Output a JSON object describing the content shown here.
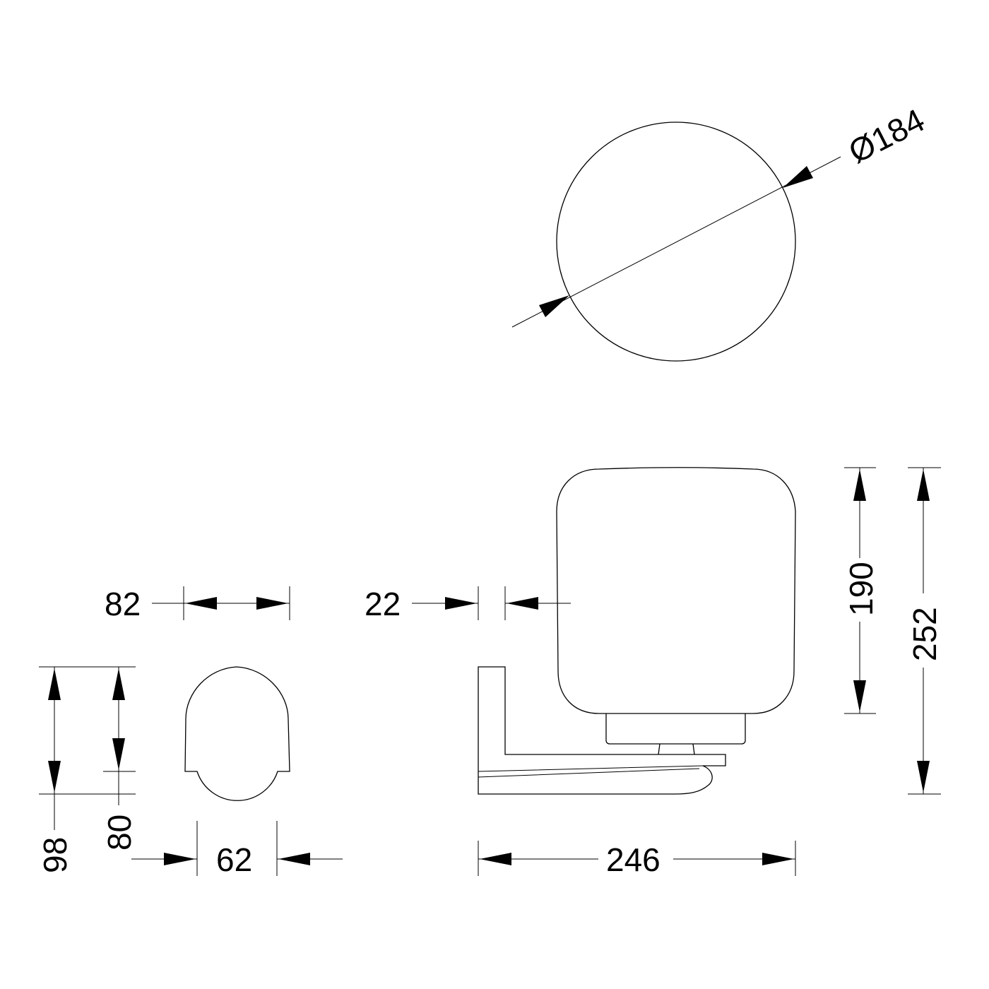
{
  "dimensions": {
    "diameter": "Ø184",
    "depth_top": "82",
    "depth_bottom": "62",
    "height_outer": "98",
    "height_inner": "80",
    "offset": "22",
    "shade_height": "190",
    "total_height": "252",
    "total_length": "246"
  }
}
